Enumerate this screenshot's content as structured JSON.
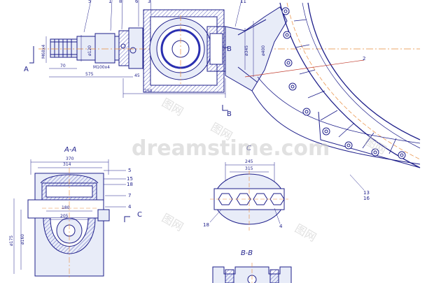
{
  "colors": {
    "outline": "#1e1f8a",
    "fill": "#e8ecf8",
    "orange": "#e88a3a",
    "red": "#c0392b",
    "hatch": "#3a3fb0"
  },
  "section_labels": {
    "aa": "A-A",
    "c": "C",
    "bb": "B-B"
  },
  "cut_markers": {
    "a": "A",
    "b_top": "B",
    "b_bottom": "B",
    "c": "C"
  },
  "top_dims": {
    "m": "M68x4",
    "d120": "ø120",
    "d70": "70",
    "d575": "575",
    "m100": "M100x4",
    "d45": "45",
    "d250": "250",
    "d345": "ø345",
    "d400": "ø400"
  },
  "top_callouts": {
    "c1": "5",
    "c2": "1",
    "c3": "8",
    "c4": "6",
    "c5": "3",
    "c6": "11",
    "c7": "2",
    "c8": "13",
    "c9": "16"
  },
  "aa_dims": {
    "d370": "370",
    "d314": "314",
    "d180": "180",
    "d205": "205",
    "d175": "ø175",
    "d160": "ø160"
  },
  "aa_callouts": {
    "c1": "5",
    "c2": "15",
    "c3": "18",
    "c4": "7",
    "c5": "4"
  },
  "c_dims": {
    "d245": "245",
    "d315": "315"
  },
  "c_callouts": {
    "c1": "18",
    "c2": "4"
  },
  "watermark": {
    "text": "dreamstime.com",
    "stamp": "图网"
  }
}
